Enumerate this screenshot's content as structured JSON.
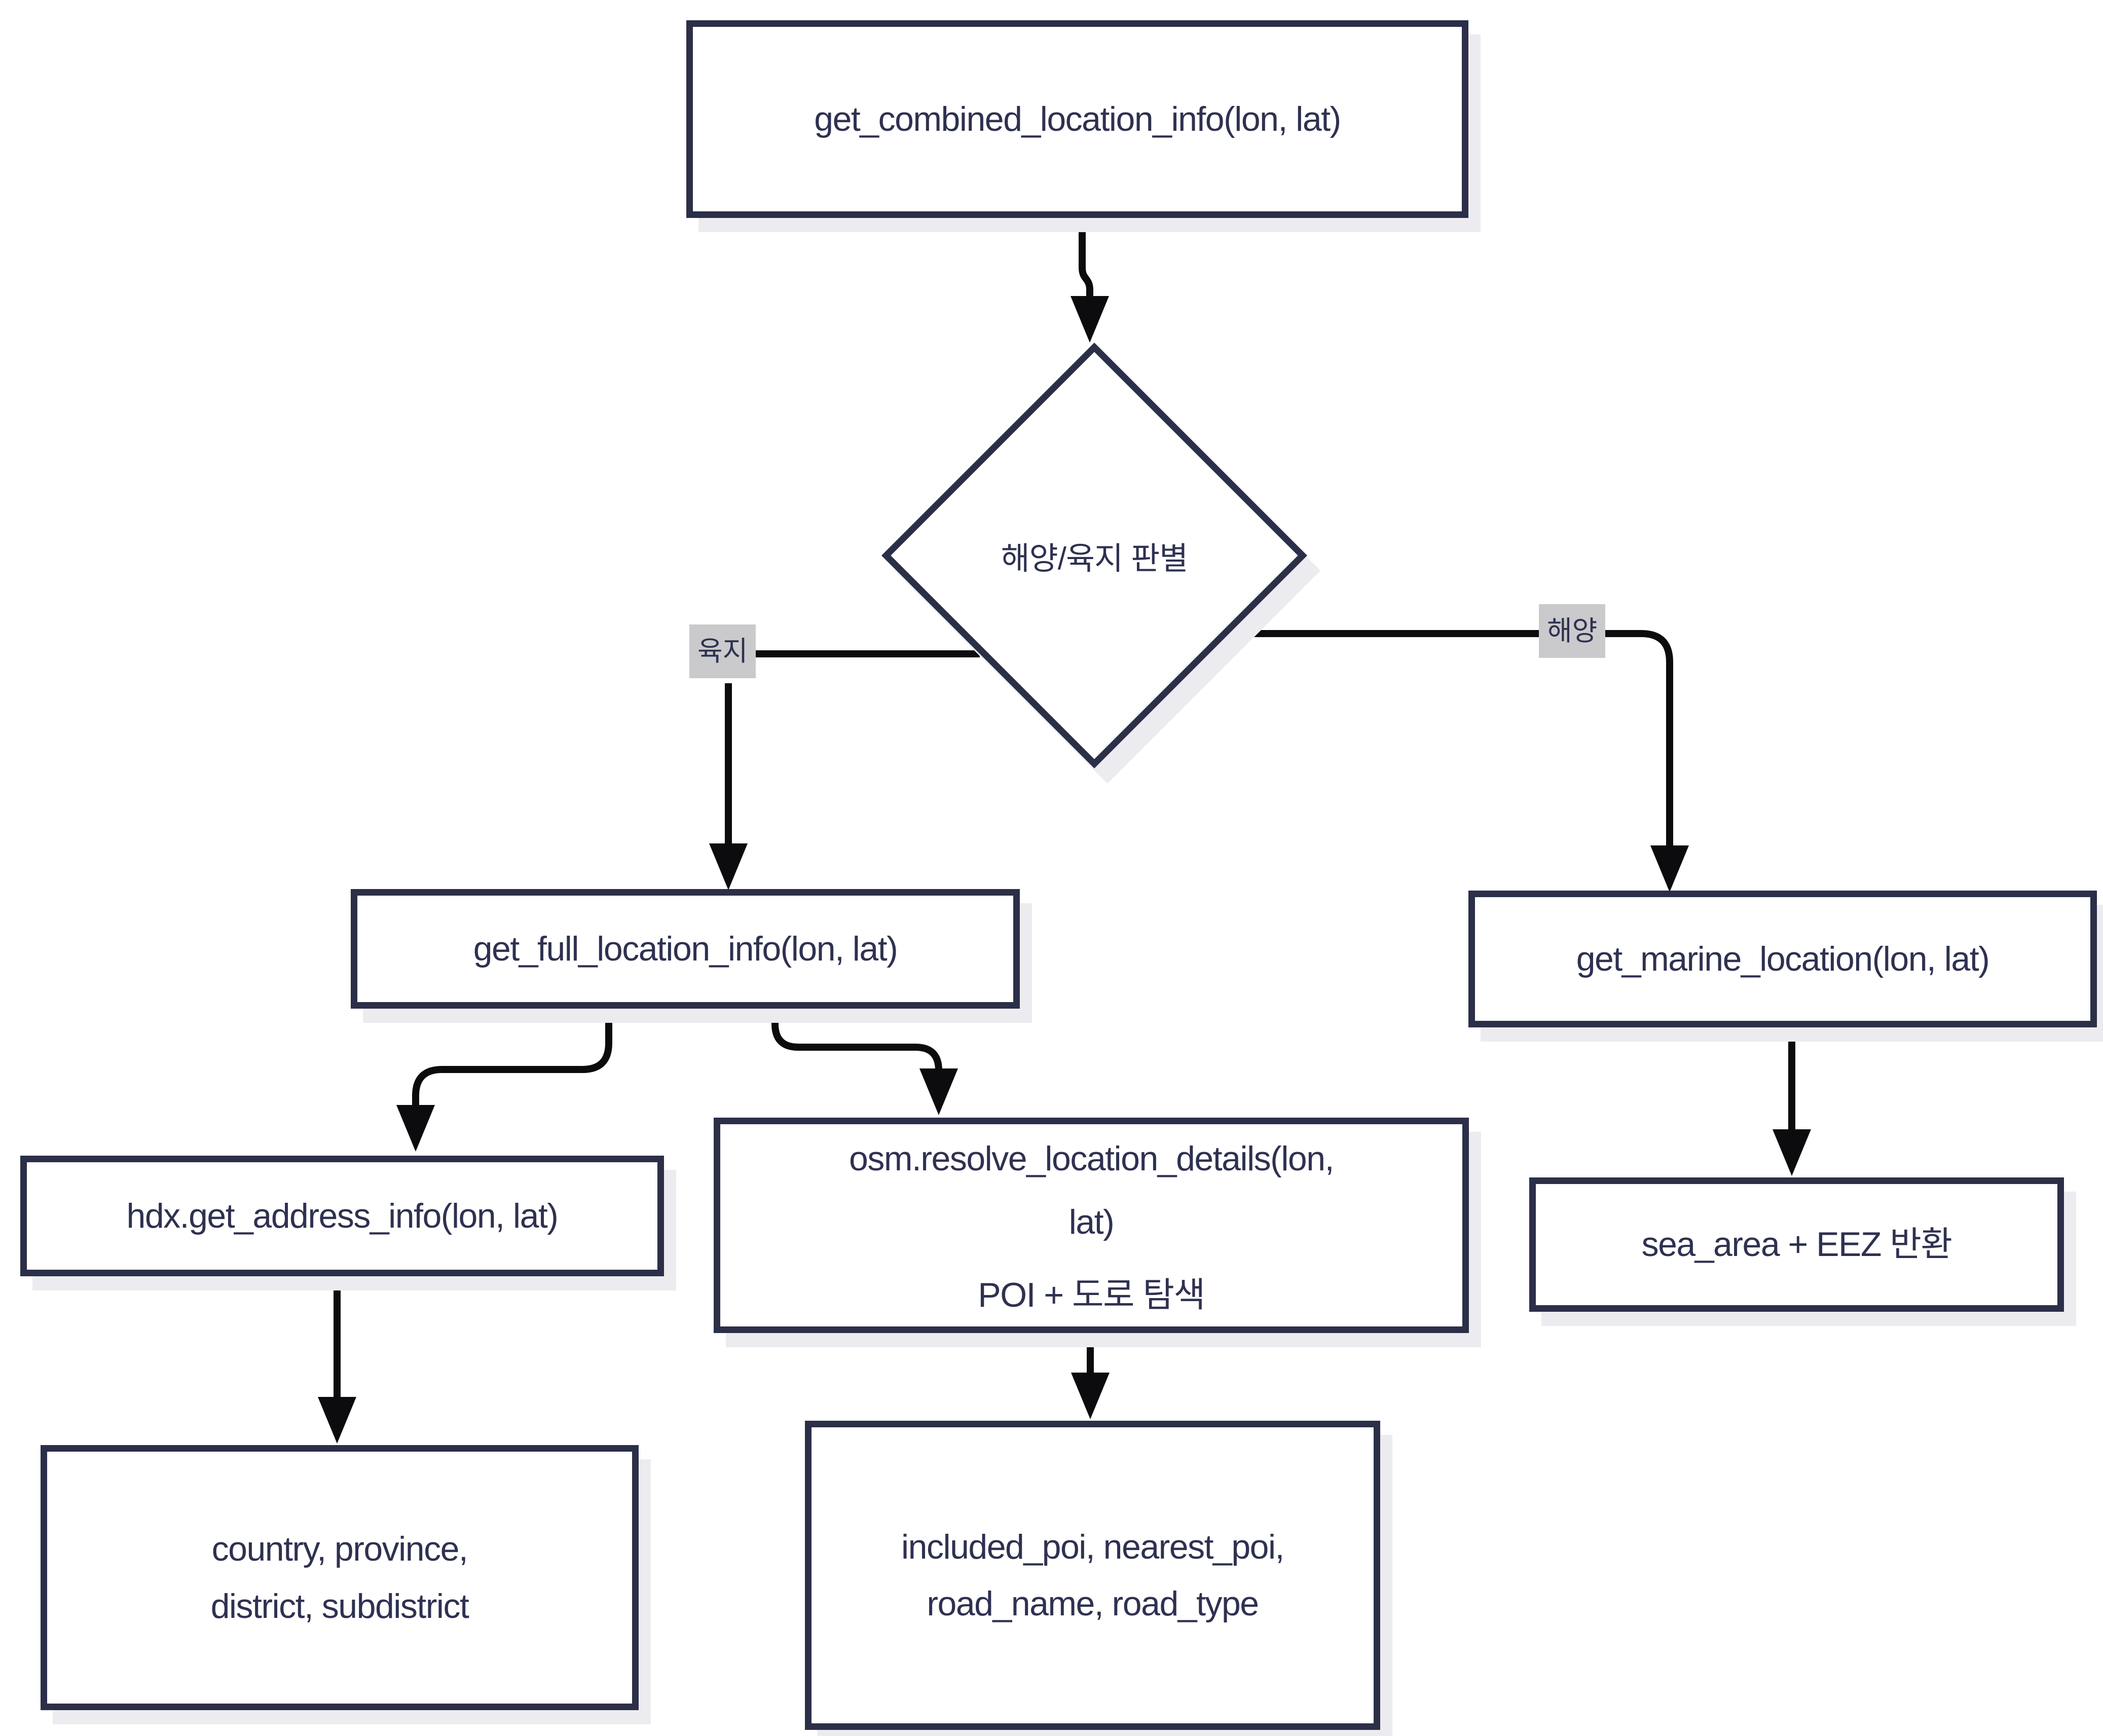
{
  "diagram": {
    "nodes": {
      "start": {
        "label": "get_combined_location_info(lon, lat)"
      },
      "decision": {
        "label": "해양/육지 판별"
      },
      "full_info": {
        "label": "get_full_location_info(lon, lat)"
      },
      "marine_location": {
        "label": "get_marine_location(lon, lat)"
      },
      "hdx": {
        "label": "hdx.get_address_info(lon, lat)"
      },
      "osm": {
        "label": "osm.resolve_location_details(lon,\nlat)",
        "sublabel": "POI + 도로 탐색"
      },
      "sea_result": {
        "label": "sea_area + EEZ 반환"
      },
      "address_result": {
        "label": "country, province,\ndistrict, subdistrict"
      },
      "poi_result": {
        "label": "included_poi, nearest_poi,\nroad_name, road_type"
      }
    },
    "edge_labels": {
      "land": "육지",
      "marine": "해양"
    },
    "colors": {
      "node_border": "#2b2f48",
      "node_text": "#2e3150",
      "connector": "#0c0c0e",
      "shadow": "#ececf0",
      "edge_label_bg": "#cacacc",
      "background": "#ffffff"
    }
  }
}
